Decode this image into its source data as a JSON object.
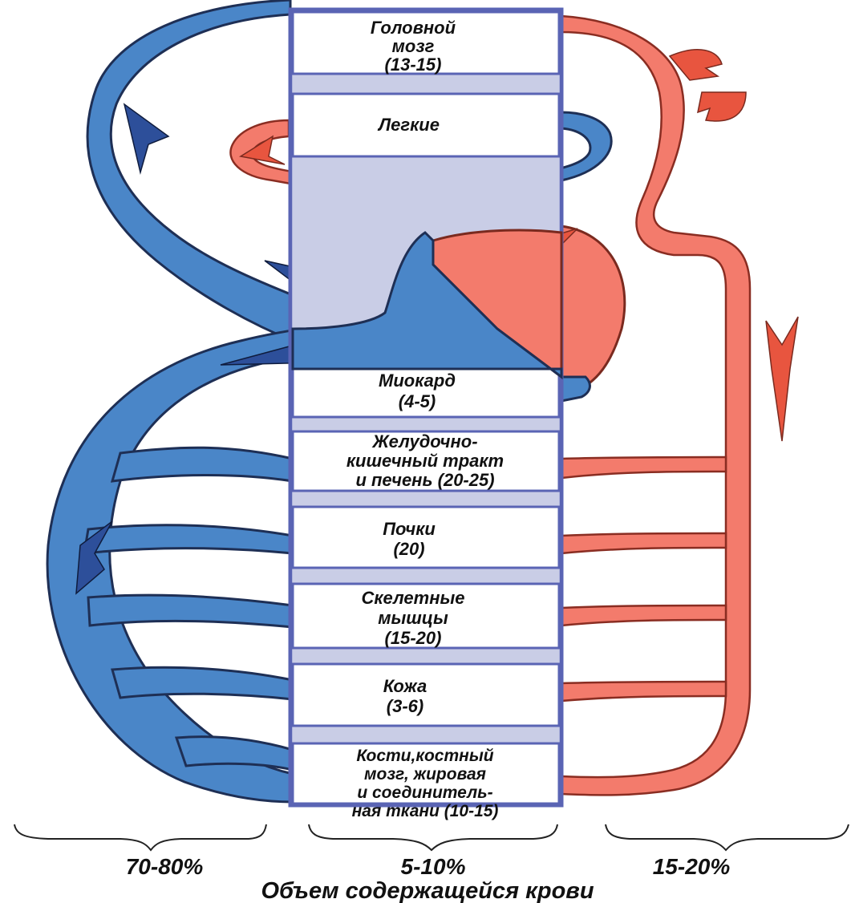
{
  "organs": [
    {
      "line1": "Головной",
      "line2": "мозг",
      "line3": "(13-15)"
    },
    {
      "line1": "Легкие"
    },
    {
      "line1": "Миокард",
      "line2": "(4-5)"
    },
    {
      "line1": "Желудочно-",
      "line2": "кишечный тракт",
      "line3": "и печень (20-25)"
    },
    {
      "line1": "Почки",
      "line2": "(20)"
    },
    {
      "line1": "Скелетные",
      "line2": "мышцы",
      "line3": "(15-20)"
    },
    {
      "line1": "Кожа",
      "line2": "(3-6)"
    },
    {
      "line1": "Кости,костный",
      "line2": "мозг, жировая",
      "line3": "и соединитель-",
      "line4": "ная ткани (10-15)"
    }
  ],
  "volumes": {
    "venous": "70-80%",
    "capillary": "5-10%",
    "arterial": "15-20%"
  },
  "caption": "Объем содержащейся крови",
  "colors": {
    "venous": "#4a86c8",
    "venous_dark": "#2d5a9e",
    "arterial": "#f37b6c",
    "arterial_light": "#f59a8a",
    "column_border": "#5a64b4",
    "separator": "#c9cde6"
  }
}
